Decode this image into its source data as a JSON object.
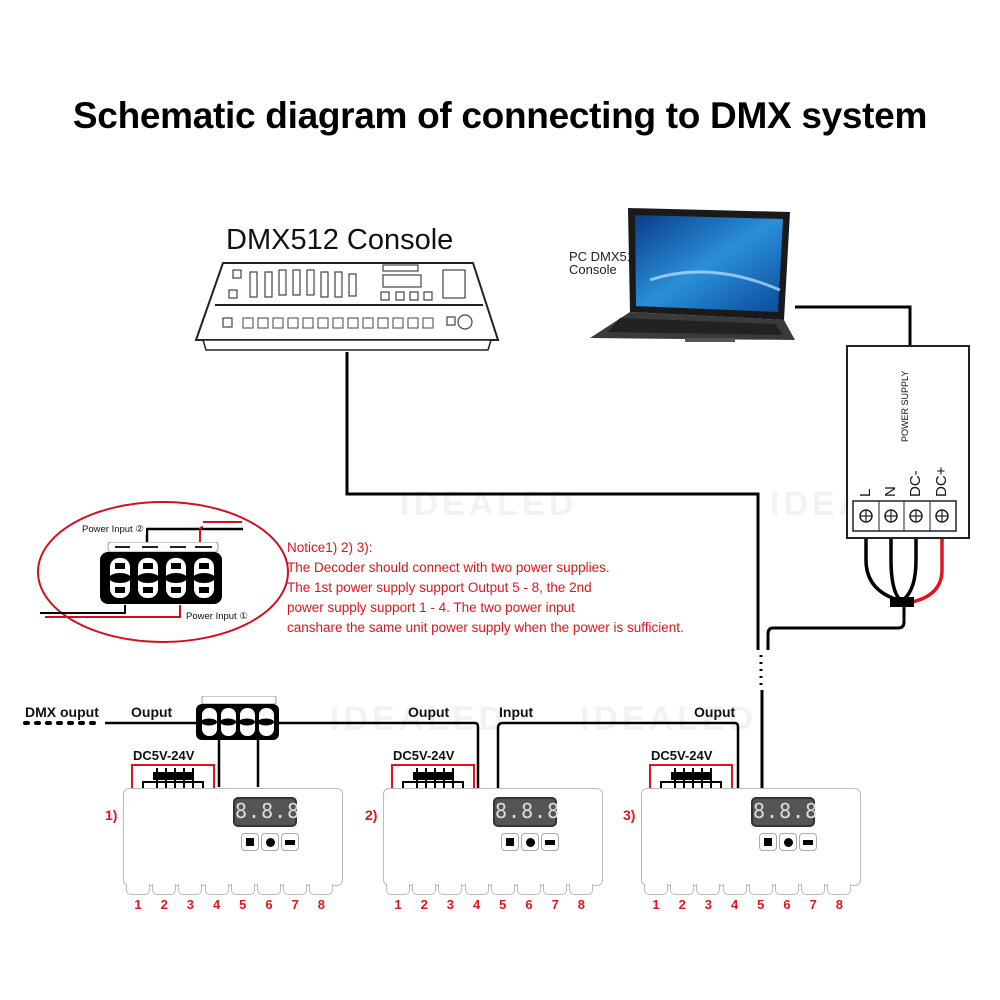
{
  "title": "Schematic diagram of connecting to DMX system",
  "console": {
    "label": "DMX512 Console"
  },
  "pc": {
    "label_line1": "PC  DMX512",
    "label_line2": "Console"
  },
  "power_supply": {
    "label": "POWER SUPPLY",
    "terminals": [
      "L",
      "N",
      "DC-",
      "DC+"
    ]
  },
  "inset": {
    "power_input_2": "Power Input ②",
    "power_input_1": "Power Input ①"
  },
  "notice": {
    "lines": [
      "Notice1) 2) 3):",
      "The Decoder should connect with two power supplies.",
      "The 1st power supply support Output 5 - 8, the 2nd",
      "power supply support 1 - 4. The two power input",
      "canshare the same unit power supply when the power is sufficient."
    ]
  },
  "wiring_labels": {
    "dmx_output": "DMX ouput",
    "output_1": "Ouput",
    "output_2": "Ouput",
    "input_2": "Input",
    "output_3": "Ouput"
  },
  "decoders": [
    {
      "index": "1)",
      "voltage": "DC5V-24V",
      "display": "8.8.8",
      "ports": [
        "1",
        "2",
        "3",
        "4",
        "5",
        "6",
        "7",
        "8"
      ]
    },
    {
      "index": "2)",
      "voltage": "DC5V-24V",
      "display": "8.8.8",
      "ports": [
        "1",
        "2",
        "3",
        "4",
        "5",
        "6",
        "7",
        "8"
      ]
    },
    {
      "index": "3)",
      "voltage": "DC5V-24V",
      "display": "8.8.8",
      "ports": [
        "1",
        "2",
        "3",
        "4",
        "5",
        "6",
        "7",
        "8"
      ]
    }
  ],
  "watermark": "IDEALED",
  "colors": {
    "accent_red": "#e0141e",
    "wire_black": "#000000"
  }
}
